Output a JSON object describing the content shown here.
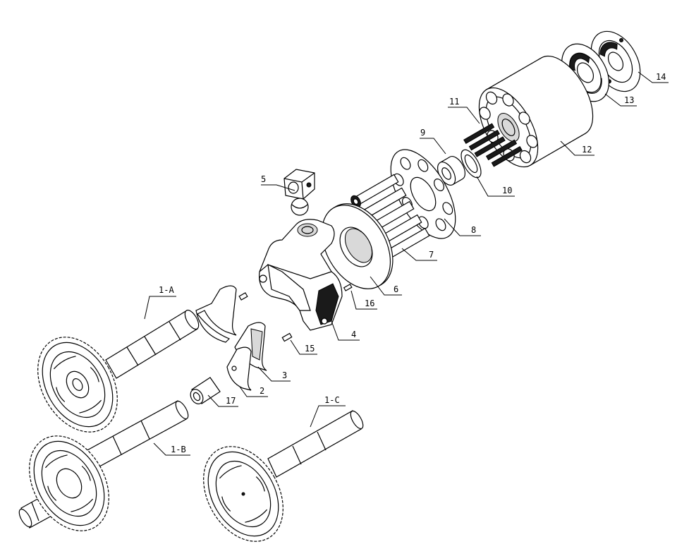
{
  "diagram": {
    "colors": {
      "ink": "#000000",
      "background": "#ffffff",
      "shade": "#d9d9d9"
    },
    "labels": {
      "p1a": "1-A",
      "p1b": "1-B",
      "p1c": "1-C",
      "p2": "2",
      "p3": "3",
      "p4": "4",
      "p5": "5",
      "p6": "6",
      "p7": "7",
      "p8": "8",
      "p9": "9",
      "p10": "10",
      "p11": "11",
      "p12": "12",
      "p13": "13",
      "p14": "14",
      "p15": "15",
      "p16": "16",
      "p17": "17"
    }
  }
}
